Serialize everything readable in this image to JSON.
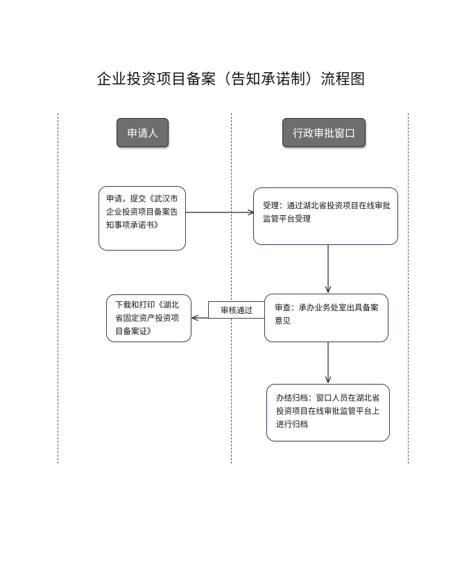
{
  "title": "企业投资项目备案（告知承诺制）流程图",
  "lanes": [
    {
      "label": "申请人"
    },
    {
      "label": "行政审批窗口"
    }
  ],
  "steps": {
    "apply": "申请，提交《武汉市企业投资项目备案告知事项承诺书》",
    "accept": "受理：通过湖北省投资项目在线审批监管平台受理",
    "review": "审查：承办业务处室出具备案意见",
    "download": "下载和打印《湖北省固定资产投资项目备案证》",
    "archive": "办结归档：窗口人员在湖北省投资项目在线审批监管平台上进行归档"
  },
  "edge_labels": {
    "review_to_download": "审核通过"
  },
  "colors": {
    "lane_header_fill": "#6e6e6e",
    "box_border": "#2f3f5e"
  }
}
